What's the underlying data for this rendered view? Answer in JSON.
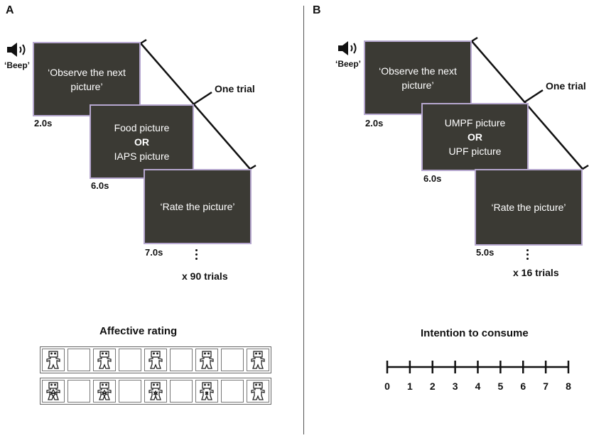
{
  "panel_a": {
    "letter": "A",
    "beep_label": "‘Beep’",
    "screen1": {
      "line1": "‘Observe the next",
      "line2": "picture’"
    },
    "screen1_duration": "2.0s",
    "screen2": {
      "line1": "Food picture",
      "line2": "OR",
      "line3": "IAPS picture"
    },
    "screen2_duration": "6.0s",
    "screen3": {
      "text": "‘Rate the picture’"
    },
    "screen3_duration": "7.0s",
    "one_trial_label": "One trial",
    "trials_label": "x 90 trials",
    "rating_title": "Affective rating"
  },
  "panel_b": {
    "letter": "B",
    "beep_label": "‘Beep’",
    "screen1": {
      "line1": "‘Observe the next",
      "line2": "picture’"
    },
    "screen1_duration": "2.0s",
    "screen2": {
      "line1": "UMPF picture",
      "line2": "OR",
      "line3": "UPF picture"
    },
    "screen2_duration": "6.0s",
    "screen3": {
      "text": "‘Rate the picture’"
    },
    "screen3_duration": "5.0s",
    "one_trial_label": "One trial",
    "trials_label": "x 16 trials",
    "scale_title": "Intention to consume",
    "scale_values": [
      "0",
      "1",
      "2",
      "3",
      "4",
      "5",
      "6",
      "7",
      "8"
    ]
  },
  "icons": {
    "speaker": "speaker-icon",
    "valence_manikin": "valence-manikin-icon",
    "arousal_manikin": "arousal-manikin-icon"
  },
  "colors": {
    "screen_fill": "#3b3a34",
    "screen_border": "#b6a7cf",
    "text_on_screen": "#ffffff"
  }
}
